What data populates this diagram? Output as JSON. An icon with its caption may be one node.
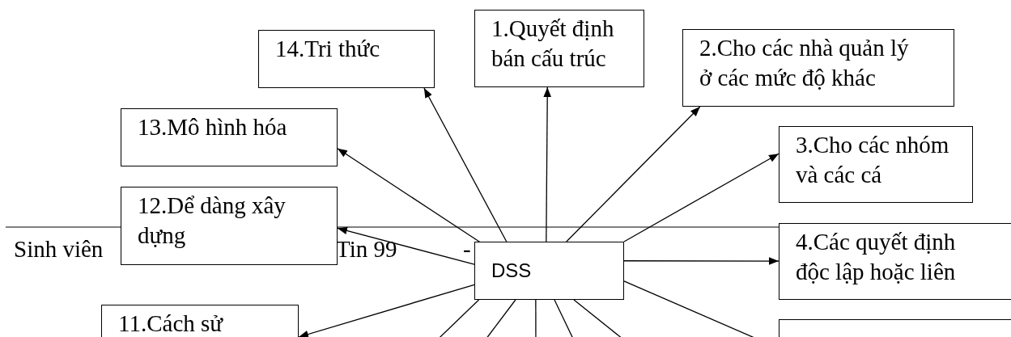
{
  "diagram": {
    "nodes": [
      {
        "text": [
          "DSS"
        ]
      },
      {
        "text": [
          "1.Quyết định bán cấu trúc"
        ]
      },
      {
        "text": [
          "2.Cho các nhà quản lý ở các mức độ khác"
        ]
      },
      {
        "text": [
          "3.Cho các nhóm và các cá"
        ]
      },
      {
        "text": [
          "4.Các quyết định độc lập hoặc liên"
        ]
      },
      {
        "text": [],
        "shape": "box"
      },
      {
        "text": [
          "11.Cách sử"
        ]
      },
      {
        "text": [
          "12.Dể dàng xây dựng"
        ]
      },
      {
        "text": [
          "13.Mô hình hóa"
        ]
      },
      {
        "text": [
          "14.Tri thức"
        ]
      }
    ],
    "edges": [
      {
        "from": 0,
        "to": 1,
        "arrow": "to"
      },
      {
        "from": 0,
        "to": 2,
        "arrow": "to"
      },
      {
        "from": 0,
        "to": 3,
        "arrow": "to"
      },
      {
        "from": 0,
        "to": 4,
        "arrow": "to"
      },
      {
        "from": 0,
        "to": 5,
        "arrow": "to"
      },
      {
        "from": 0,
        "to": null,
        "arrow": "none"
      },
      {
        "from": 0,
        "to": null,
        "arrow": "none"
      },
      {
        "from": 0,
        "to": null,
        "arrow": "none"
      },
      {
        "from": 0,
        "to": null,
        "arrow": "none"
      },
      {
        "from": 0,
        "to": null,
        "arrow": "none"
      },
      {
        "from": 0,
        "to": 6,
        "arrow": "to"
      },
      {
        "from": 0,
        "to": 7,
        "arrow": "to"
      },
      {
        "from": 0,
        "to": 8,
        "arrow": "to"
      },
      {
        "from": 0,
        "to": 9,
        "arrow": "to"
      }
    ],
    "labels": [
      "Sinh viên",
      "Tin 99",
      "-"
    ]
  }
}
